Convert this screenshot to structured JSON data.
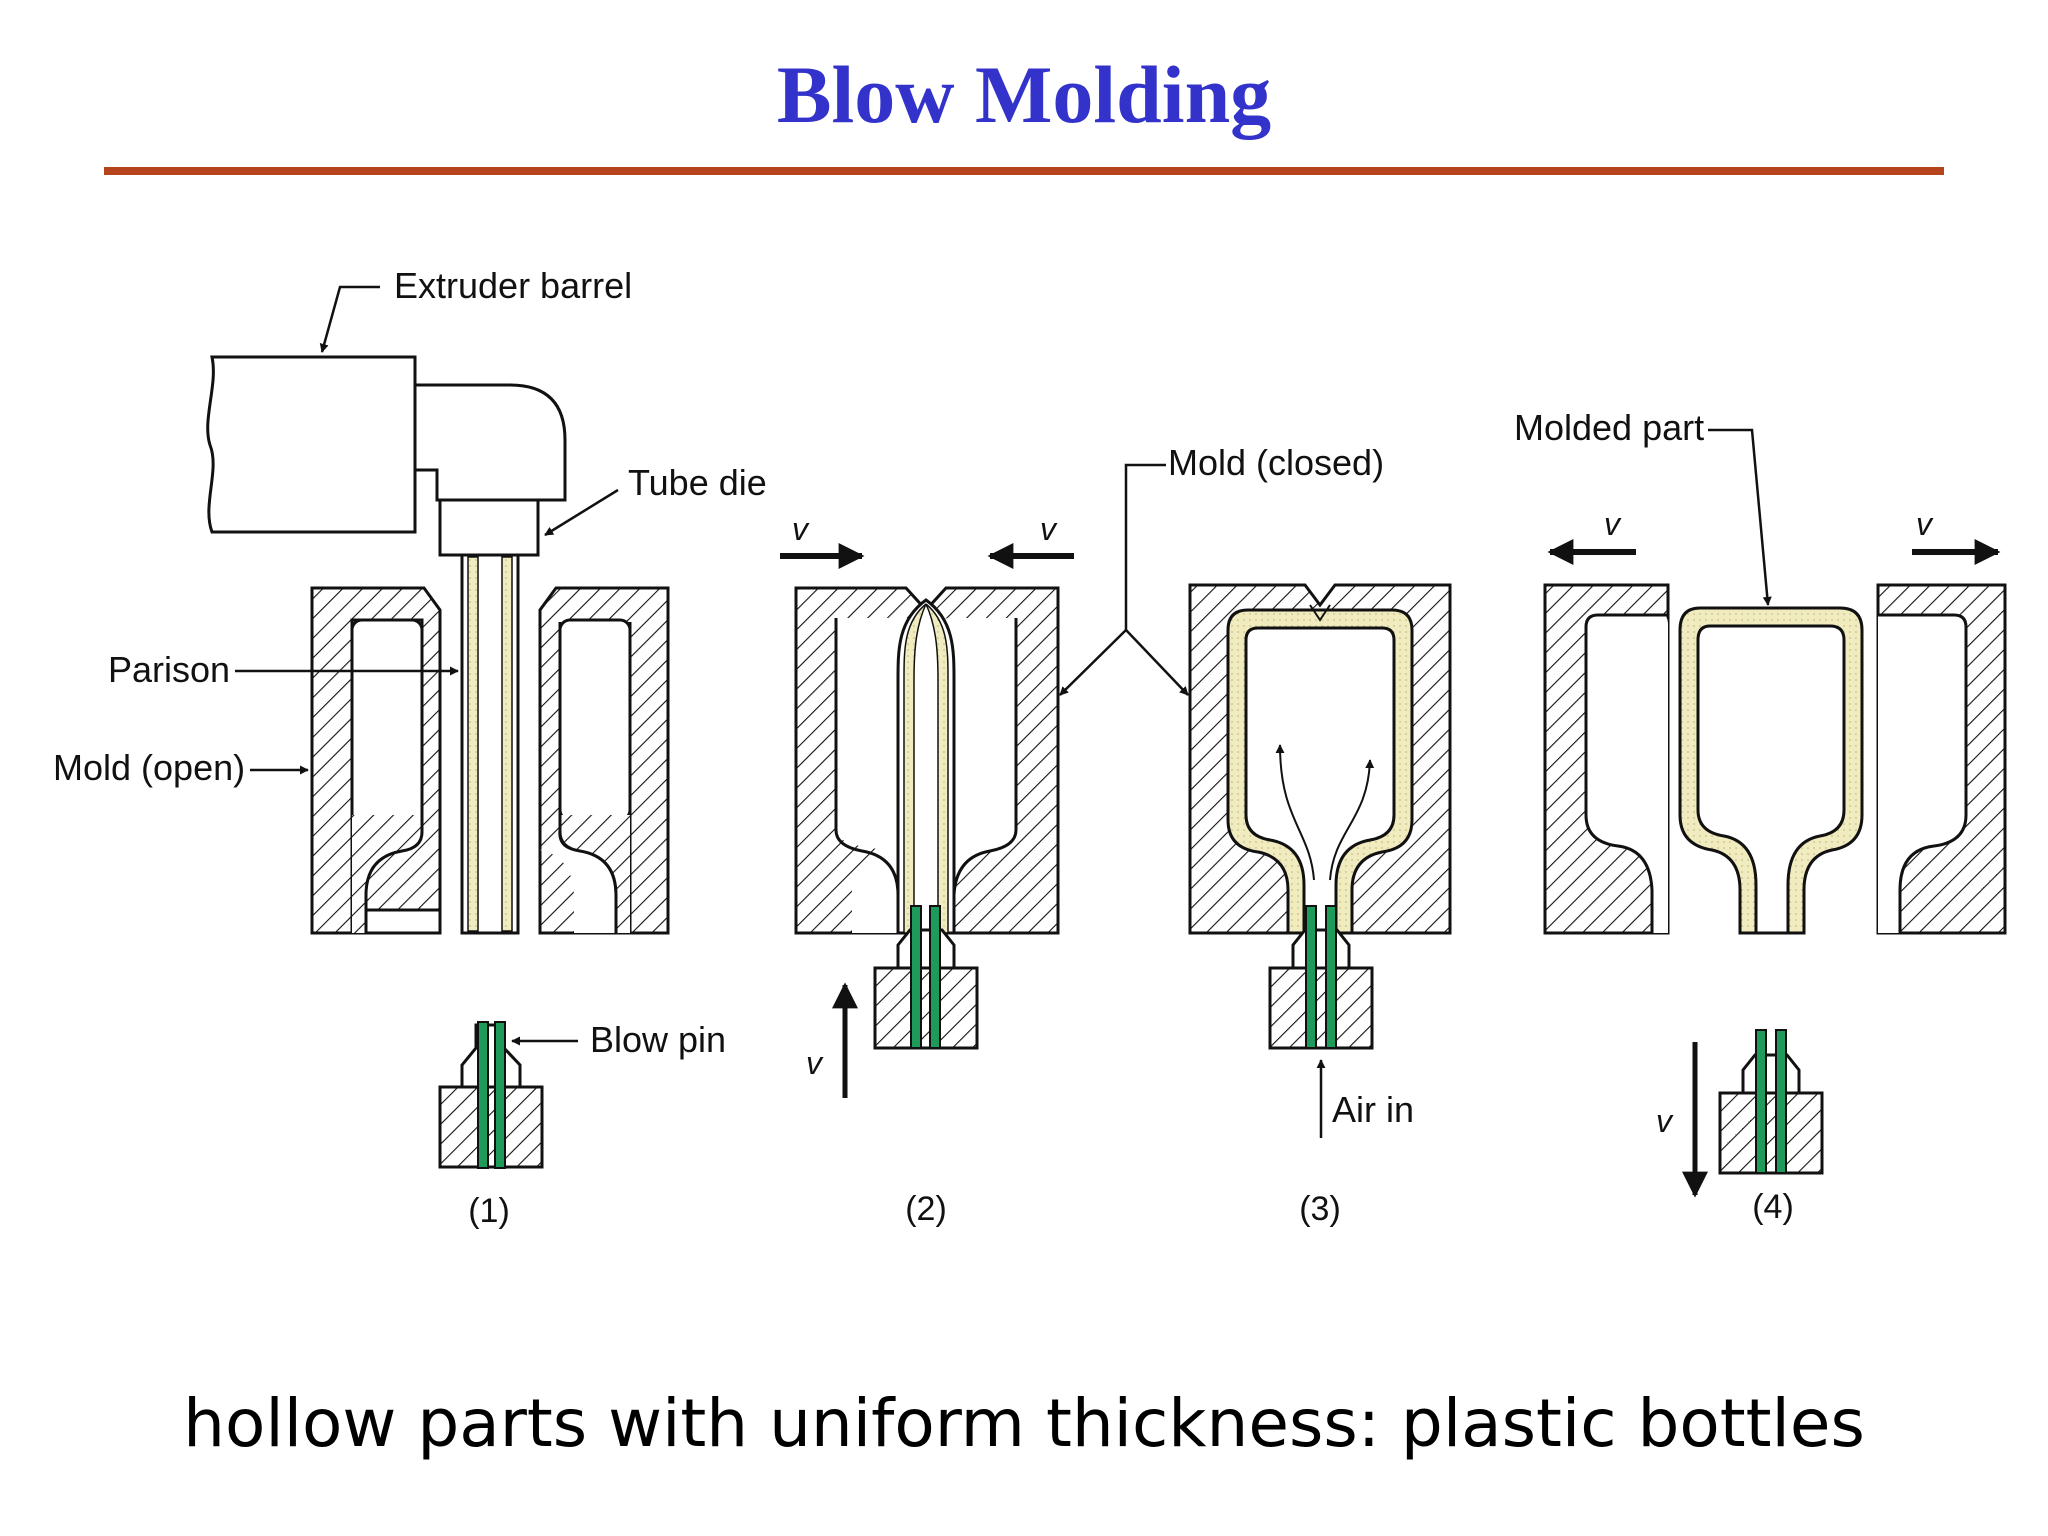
{
  "title": "Blow Molding",
  "caption": "hollow parts with uniform thickness: plastic bottles",
  "colors": {
    "title": "#3333cc",
    "rule": "#b5441c",
    "parison": "#f1ecbf",
    "blow_pin": "#1e9a5a",
    "outline": "#111111"
  },
  "labels": {
    "extruder_barrel": "Extruder barrel",
    "tube_die": "Tube die",
    "parison": "Parison",
    "mold_open": "Mold (open)",
    "blow_pin": "Blow pin",
    "mold_closed": "Mold (closed)",
    "molded_part": "Molded part",
    "air_in": "Air in",
    "velocity": "v"
  },
  "steps": [
    "(1)",
    "(2)",
    "(3)",
    "(4)"
  ]
}
